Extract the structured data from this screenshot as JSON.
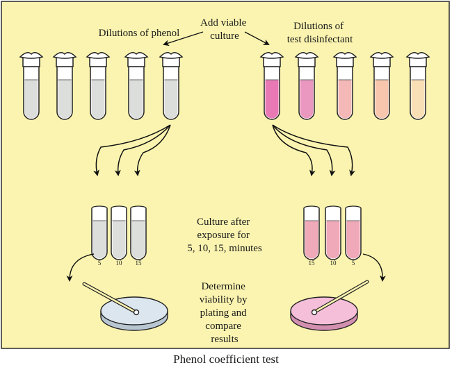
{
  "diagram": {
    "label_add": [
      "Add viable",
      "culture"
    ],
    "label_phenol": "Dilutions of phenol",
    "label_test": [
      "Dilutions of",
      "test disinfectant"
    ],
    "label_exposure": [
      "Culture after",
      "exposure for",
      "5, 10, 15, minutes"
    ],
    "label_determine": [
      "Determine",
      "viability by",
      "plating and",
      "compare",
      "results"
    ],
    "left_times": [
      "5",
      "10",
      "15"
    ],
    "right_times": [
      "15",
      "10",
      "5"
    ],
    "caption": "Phenol coefficient test",
    "colors": {
      "background": "#fbf4b0",
      "phenol_liquid": "#dcdedc",
      "test_liquids": [
        "#e879b4",
        "#eb98c0",
        "#f4b8b6",
        "#f7c6ad",
        "#f9dfb6"
      ],
      "short_tube_pink": "#f0a9b8",
      "petri_left": "#dce6ee",
      "petri_right": "#f5bfd9"
    }
  }
}
